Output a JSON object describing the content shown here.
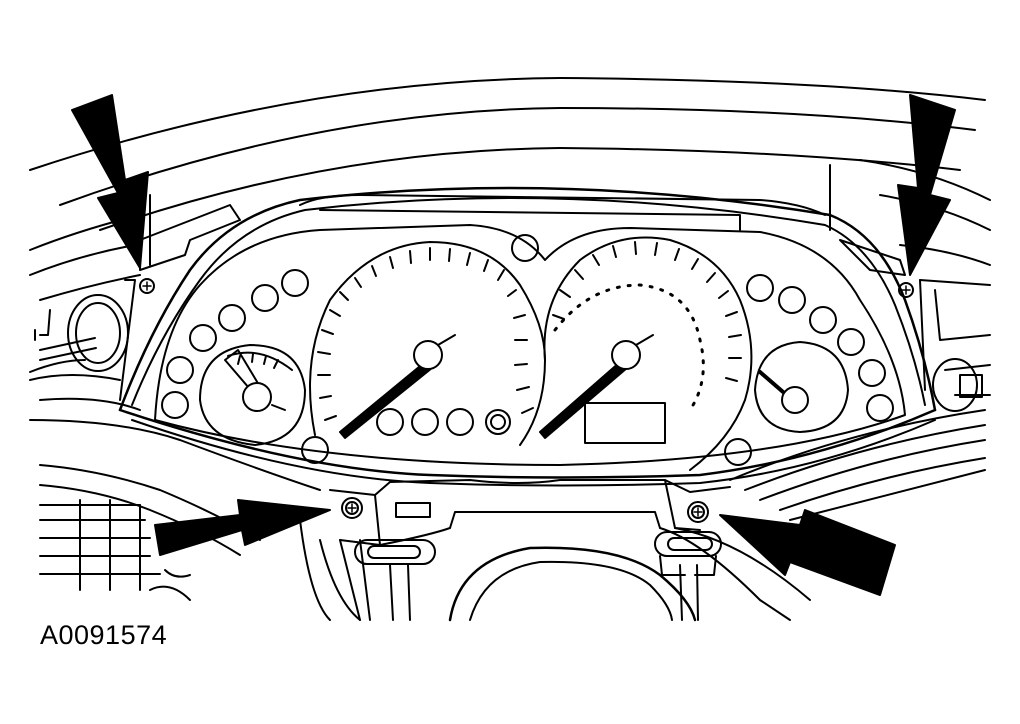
{
  "figure": {
    "reference_code": "A0091574"
  },
  "colors": {
    "line": "#000000",
    "background": "#ffffff"
  },
  "callouts": [
    {
      "id": "top-left",
      "target": "upper-left-screw"
    },
    {
      "id": "top-right",
      "target": "upper-right-screw"
    },
    {
      "id": "bottom-left",
      "target": "lower-left-screw"
    },
    {
      "id": "bottom-right",
      "target": "lower-right-screw"
    }
  ],
  "icons": [
    "screw-icon",
    "arrow-icon",
    "gauge-needle-icon",
    "warning-lamp-icon"
  ]
}
